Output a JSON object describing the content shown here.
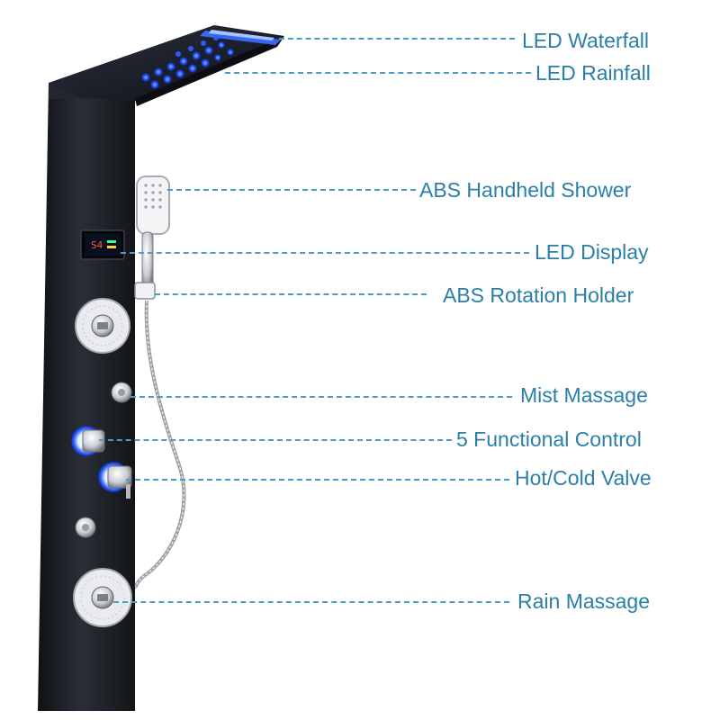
{
  "diagram": {
    "labels": {
      "led_waterfall": "LED Waterfall",
      "led_rainfall": "LED Rainfall",
      "abs_handheld_shower": "ABS Handheld Shower",
      "led_display": "LED Display",
      "abs_rotation_holder": "ABS Rotation Holder",
      "mist_massage": "Mist Massage",
      "five_functional_control": "5 Functional Control",
      "hot_cold_valve": "Hot/Cold Valve",
      "rain_massage": "Rain Massage"
    },
    "display_readout": "S4",
    "colors": {
      "label_text": "#2a7fa8",
      "leader_line": "#4a9cc4",
      "panel_body": "#1b1e24",
      "led_blue": "#2b5cff",
      "chrome": "#c9ccd1"
    }
  }
}
